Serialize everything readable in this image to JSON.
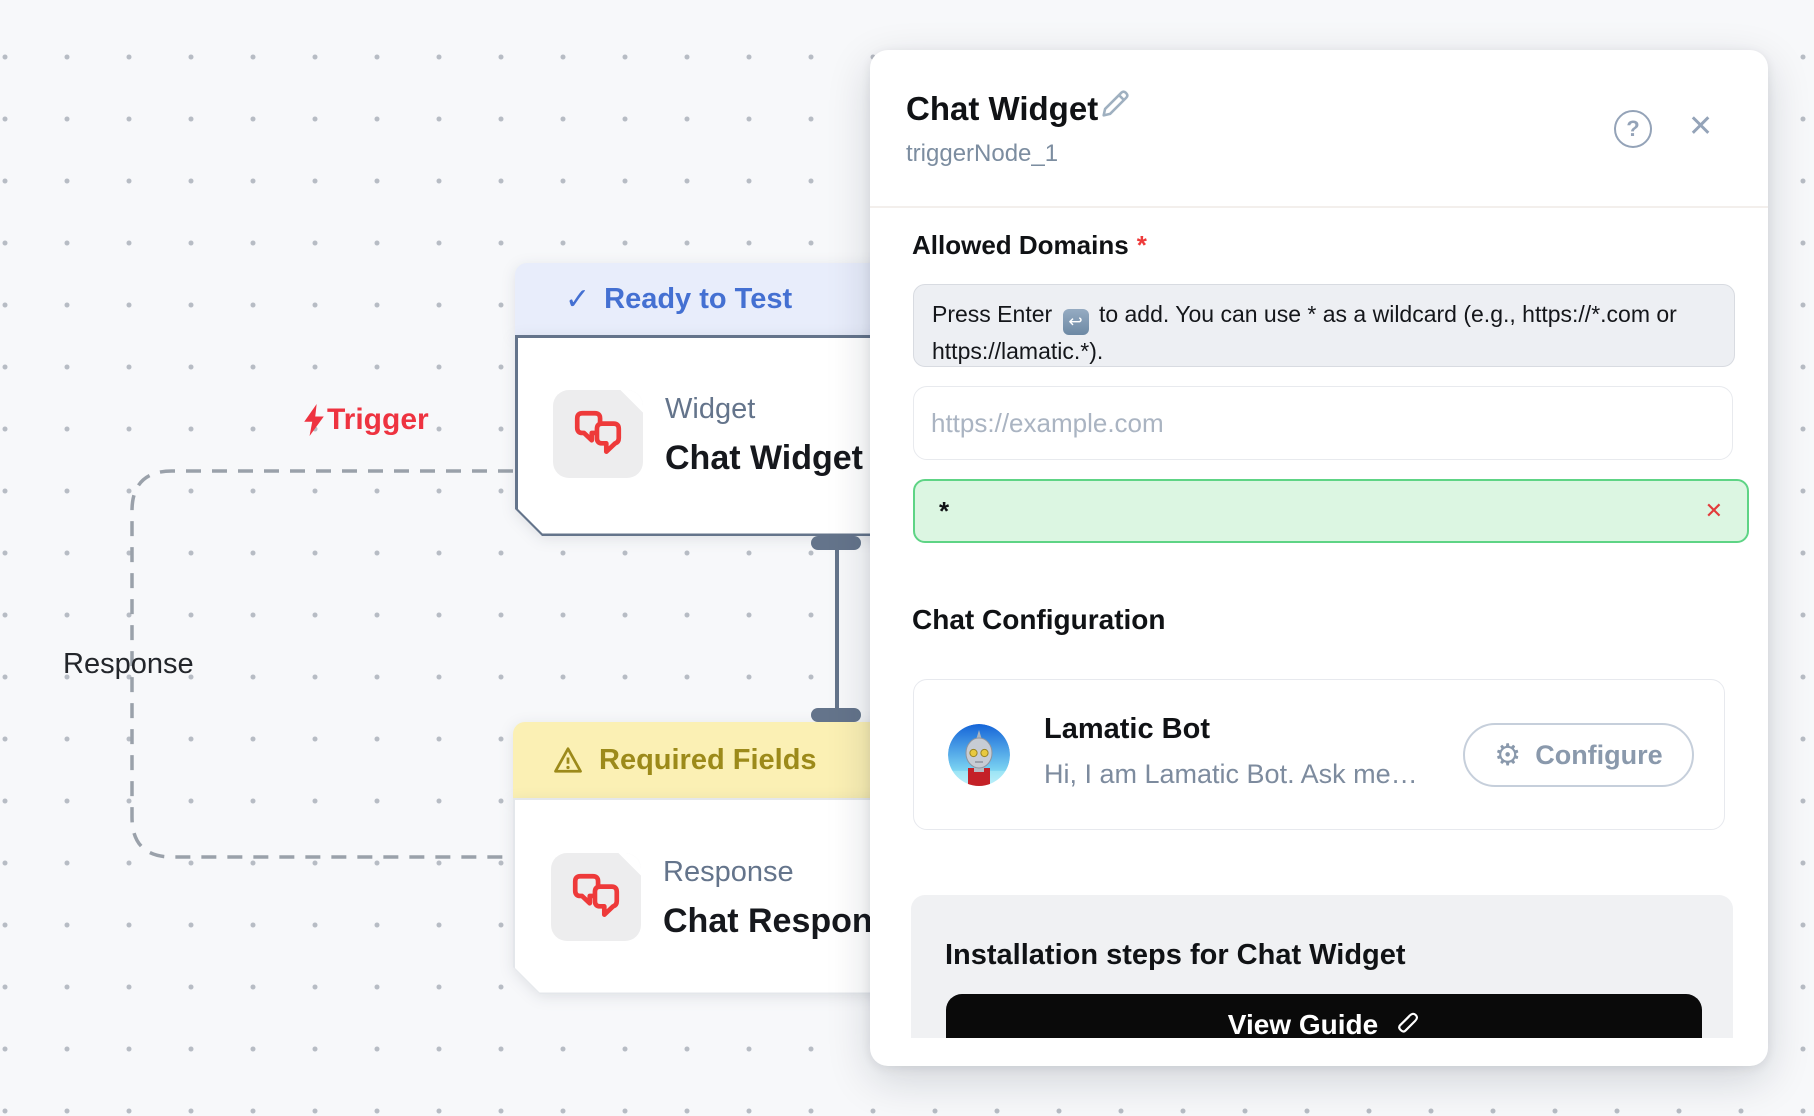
{
  "canvas": {
    "edge_labels": {
      "trigger": "Trigger",
      "response": "Response"
    },
    "trigger_node": {
      "status_badge": "Ready to Test",
      "check_glyph": "✓",
      "type_label": "Widget",
      "title": "Chat Widget"
    },
    "response_node": {
      "status_badge": "Required Fields",
      "type_label": "Response",
      "title": "Chat Response"
    }
  },
  "panel": {
    "title": "Chat Widget",
    "subtitle": "triggerNode_1",
    "help_glyph": "?",
    "close_glyph": "✕",
    "allowed_domains": {
      "label": "Allowed Domains",
      "required_mark": "*",
      "hint_before": "Press Enter",
      "hint_enter_glyph": "↩",
      "hint_after": "to add. You can use * as a wildcard (e.g., https://*.com or https://lamatic.*).",
      "input_placeholder": "https://example.com",
      "tag_value": "*",
      "tag_remove_glyph": "✕"
    },
    "chat_config": {
      "heading": "Chat Configuration",
      "bot_name": "Lamatic Bot",
      "bot_description": "Hi, I am Lamatic Bot. Ask me…",
      "configure_label": "Configure",
      "gear_glyph": "⚙"
    },
    "installation": {
      "heading": "Installation steps for Chat Widget",
      "button_label": "View Guide"
    }
  },
  "colors": {
    "accent_blue": "#4470d2",
    "ready_badge_bg": "#e8edfb",
    "required_badge_bg": "#fbf0b4",
    "required_badge_text": "#9c8a1a",
    "node_border_selected": "#64748b",
    "brand_red": "#ee3a3a",
    "tag_green_bg": "#dcf6e2",
    "tag_green_border": "#5ed485",
    "button_black": "#0a0a0a",
    "canvas_bg": "#f7f8fa"
  }
}
